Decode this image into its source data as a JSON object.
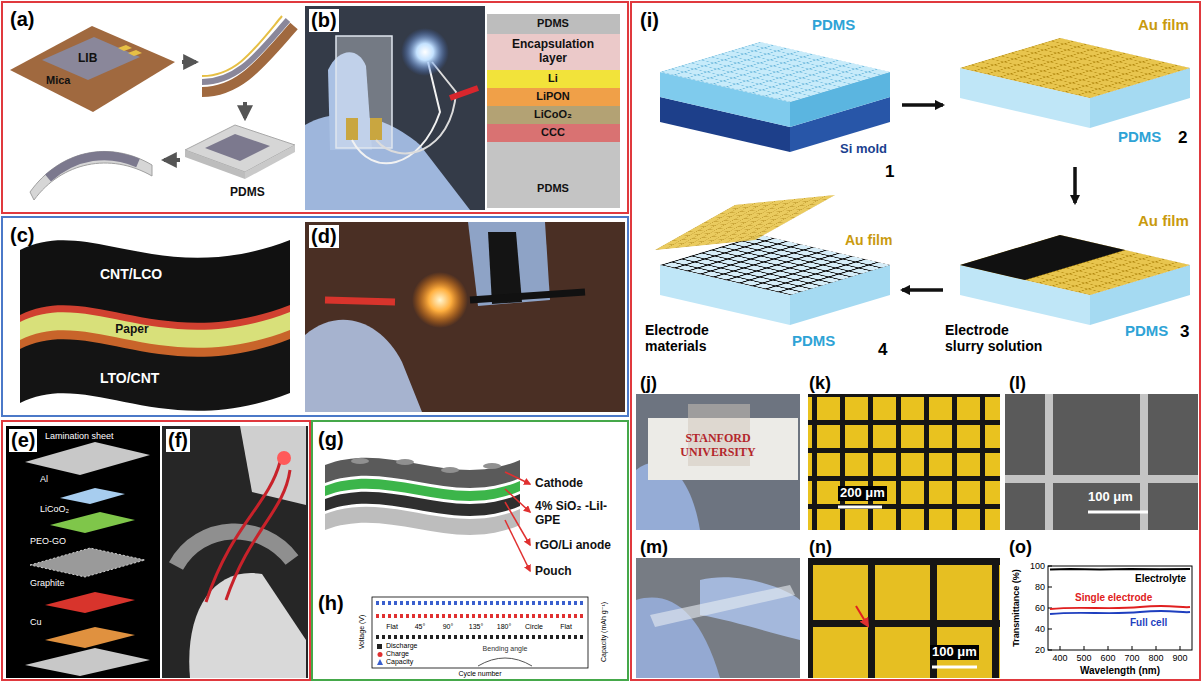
{
  "diagram": {
    "nodes": [
      {
        "text": [
          "(a)",
          "LIB",
          "Mica",
          "PDMS"
        ]
      },
      {
        "text": [
          "(b)",
          "PDMS",
          "Encapsulation layer",
          "Li",
          "LiPON",
          "LiCoO₂",
          "CCC",
          "PDMS"
        ]
      },
      {
        "text": [
          "(c)",
          "CNT/LCO",
          "Paper",
          "LTO/CNT"
        ]
      },
      {
        "text": [
          "(d)"
        ]
      },
      {
        "text": [
          "(e)",
          "Lamination sheet",
          "Al",
          "LiCoO₂",
          "PEO-GO",
          "Graphite",
          "Cu"
        ]
      },
      {
        "text": [
          "(f)"
        ]
      },
      {
        "text": [
          "(g)",
          "Cathode",
          "4% SiO₂ -LiI-GPE",
          "rGO/Li anode",
          "Pouch"
        ]
      },
      {
        "text": [
          "(h)",
          "Voltage (V)",
          "Capacity (mAh g⁻¹)",
          "Flat",
          "45°",
          "90°",
          "135°",
          "180°",
          "Circle",
          "Flat",
          "Discharge",
          "Charge",
          "Capacity",
          "Bending angle",
          "Cycle number"
        ]
      },
      {
        "text": [
          "(i)"
        ]
      },
      {
        "text": [
          "PDMS",
          "Si mold",
          "1"
        ],
        "in": 8
      },
      {
        "text": [
          "Au film",
          "PDMS",
          "2"
        ],
        "in": 8
      },
      {
        "text": [
          "Au film",
          "Electrode slurry solution",
          "PDMS",
          "3"
        ],
        "in": 8
      },
      {
        "text": [
          "Au film",
          "Electrode materials",
          "PDMS",
          "4"
        ],
        "in": 8
      },
      {
        "text": [
          "(j)",
          "STANFORD UNIVERSITY"
        ]
      },
      {
        "text": [
          "(k)",
          "200 μm"
        ]
      },
      {
        "text": [
          "(l)",
          "100 μm"
        ]
      },
      {
        "text": [
          "(m)"
        ]
      },
      {
        "text": [
          "(n)",
          "100 μm"
        ]
      },
      {
        "text": [
          "(o)",
          "Transmittance (%)",
          "100",
          "80",
          "60",
          "40",
          "20",
          "400",
          "500",
          "600",
          "700",
          "800",
          "900",
          "Wavelength (nm)",
          "Electrolyte",
          "Single electrode",
          "Full cell"
        ]
      }
    ],
    "edges": [
      {
        "from": 9,
        "to": 10,
        "arrow": "to"
      },
      {
        "from": 10,
        "to": 11,
        "arrow": "to"
      },
      {
        "from": 11,
        "to": 12,
        "arrow": "to"
      }
    ]
  }
}
